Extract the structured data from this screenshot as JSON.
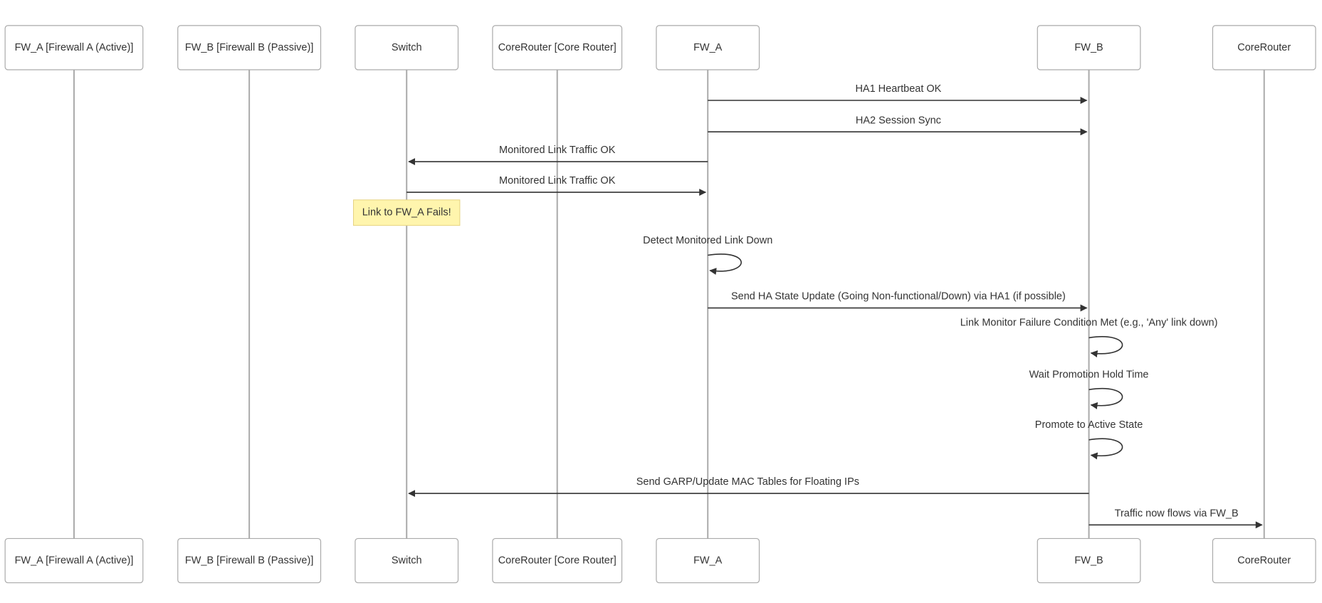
{
  "participants": [
    {
      "id": "FWA1",
      "label": "FW_A [Firewall A (Active)]"
    },
    {
      "id": "FWB1",
      "label": "FW_B [Firewall B (Passive)]"
    },
    {
      "id": "SW",
      "label": "Switch"
    },
    {
      "id": "CR1",
      "label": "CoreRouter [Core Router]"
    },
    {
      "id": "FWA",
      "label": "FW_A"
    },
    {
      "id": "FWB",
      "label": "FW_B"
    },
    {
      "id": "CR",
      "label": "CoreRouter"
    }
  ],
  "messages": [
    {
      "from": "FWA",
      "to": "FWB",
      "text": "HA1 Heartbeat OK"
    },
    {
      "from": "FWA",
      "to": "FWB",
      "text": "HA2 Session Sync"
    },
    {
      "from": "FWA",
      "to": "SW",
      "text": "Monitored Link Traffic OK"
    },
    {
      "from": "SW",
      "to": "FWA",
      "text": "Monitored Link Traffic OK"
    },
    {
      "note": "SW",
      "text": "Link to FW_A Fails!"
    },
    {
      "from": "FWA",
      "to": "FWA",
      "text": "Detect Monitored Link Down"
    },
    {
      "from": "FWA",
      "to": "FWB",
      "text": "Send HA State Update (Going Non-functional/Down) via HA1 (if possible)"
    },
    {
      "from": "FWB",
      "to": "FWB",
      "text": "Link Monitor Failure Condition Met (e.g., 'Any' link down)"
    },
    {
      "from": "FWB",
      "to": "FWB",
      "text": "Wait Promotion Hold Time"
    },
    {
      "from": "FWB",
      "to": "FWB",
      "text": "Promote to Active State"
    },
    {
      "from": "FWB",
      "to": "SW",
      "text": "Send GARP/Update MAC Tables for Floating IPs"
    },
    {
      "from": "FWB",
      "to": "CR",
      "text": "Traffic now flows via FW_B"
    }
  ],
  "colors": {
    "note_fill": "#fff5ad",
    "note_border": "#e6d280",
    "lifeline": "#aaaaaa",
    "arrow": "#333333"
  }
}
